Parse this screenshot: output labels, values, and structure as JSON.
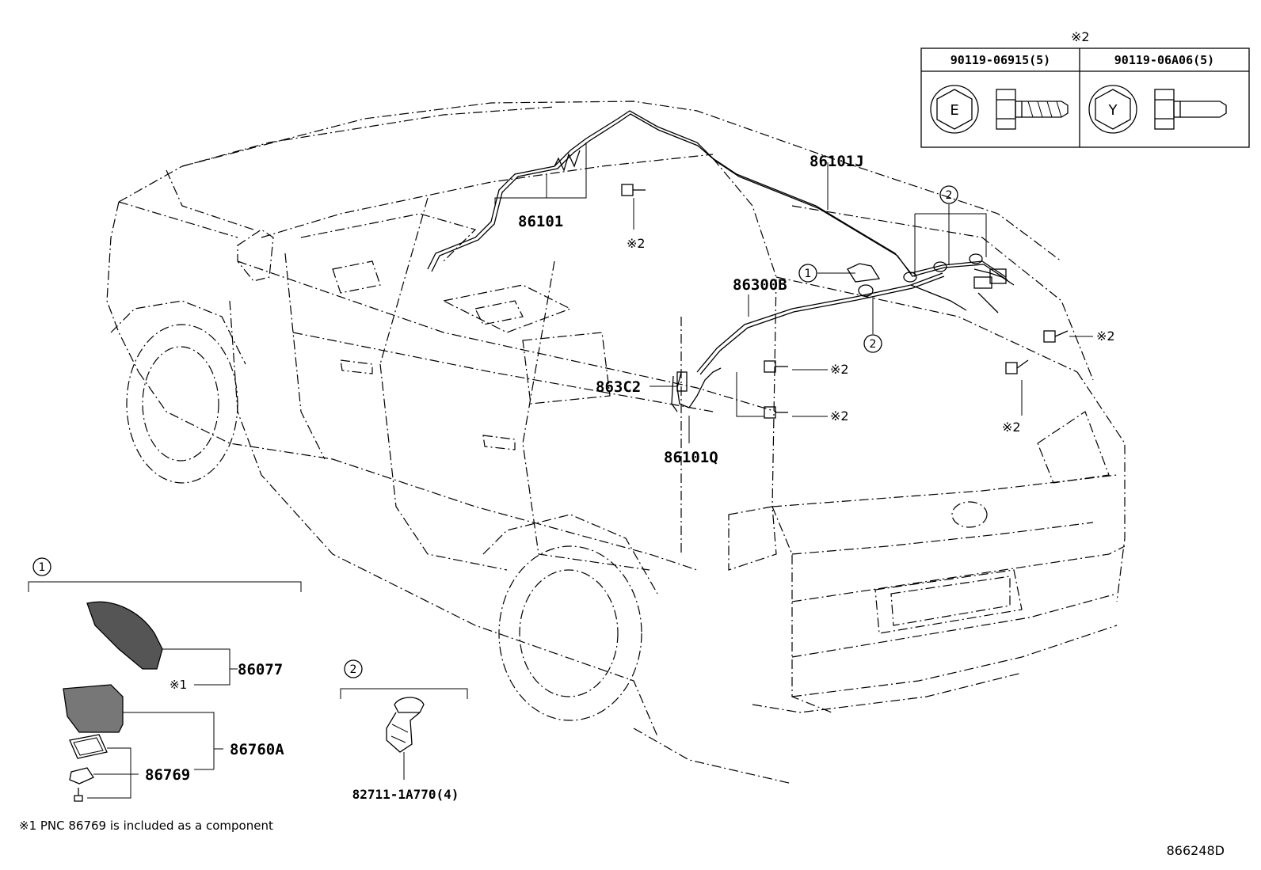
{
  "diagram_id": "866248D",
  "footnote": "※1 PNC 86769 is included as a component",
  "fastener_table": {
    "header_mark": "※2",
    "columns": [
      {
        "part": "90119-06915(5)",
        "head_mark": "E"
      },
      {
        "part": "90119-06A06(5)",
        "head_mark": "Y"
      }
    ]
  },
  "parts": {
    "p86101J": "86101J",
    "p86101": "86101",
    "p86300B": "86300B",
    "p863C2": "863C2",
    "p86101Q": "86101Q",
    "p86077": "86077",
    "p86760A": "86760A",
    "p86769": "86769",
    "p82711": "82711-1A770(4)"
  },
  "marks": {
    "ref2": "※2",
    "ref1": "※1",
    "circle1": "1",
    "circle2": "2"
  },
  "groups": {
    "group1_label": "1",
    "group2_label": "2"
  }
}
